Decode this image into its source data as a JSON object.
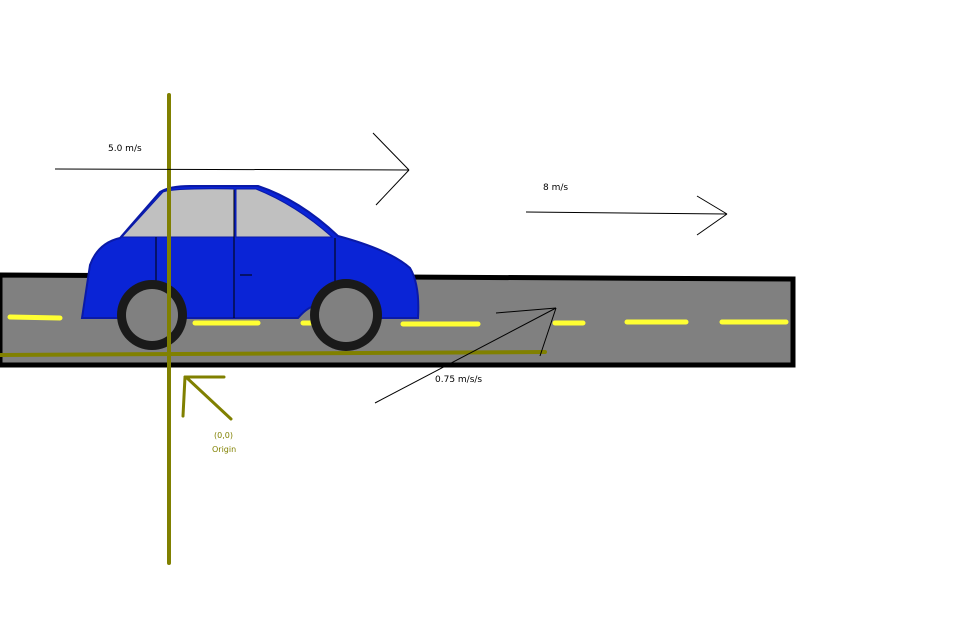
{
  "labels": {
    "car_velocity": "5.0 m/s",
    "second_velocity": "8 m/s",
    "acceleration": "0.75 m/s/s",
    "origin_coords": "(0,0)",
    "origin_word": "Origin"
  },
  "colors": {
    "road": "#808080",
    "road_border": "#000000",
    "lane_dash": "#ffff33",
    "car_body": "#0a24d6",
    "car_outline": "#0a1aa8",
    "car_window": "#c0c0c0",
    "tire": "#1a1a1a",
    "hub": "#808080",
    "axis": "#808000"
  }
}
